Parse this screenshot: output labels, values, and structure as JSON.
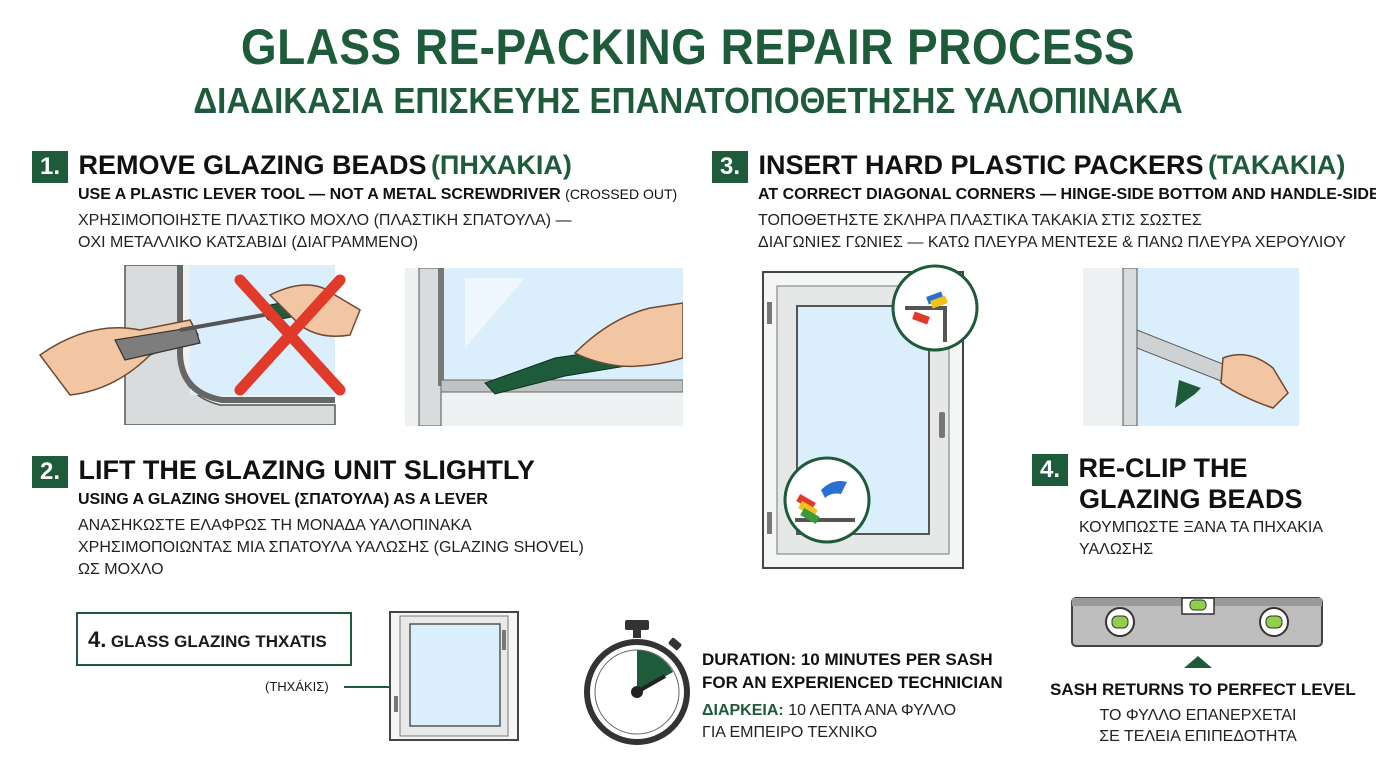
{
  "title": "GLASS RE-PACKING REPAIR PROCESS",
  "subtitle": "ΔΙΑΔΙΚΑΣΙΑ ΕΠΙΣΚΕΥΗΣ ΕΠΑΝΑΤΟΠΟΘΕΤΗΣΗΣ ΥΑΛΟΠΙΝΑΚΑ",
  "colors": {
    "brand": "#1e5b3a",
    "cross": "#e03a2b",
    "sky": "#dbeefb"
  },
  "step1": {
    "number": "1.",
    "heading": "REMOVE GLAZING BEADS",
    "heading_gr": "(ΠΗΧΑΚΙΑ)",
    "sub": "USE A PLASTIC LEVER TOOL — NOT A METAL SCREWDRIVER",
    "sub_note": "(CROSSED OUT)",
    "gr_line1": "ΧΡΗΣΙΜΟΠΟΙΗΣΤΕ ΠΛΑΣΤΙΚΟ ΜΟΧΛΟ (ΠΛΑΣΤΙΚΗ ΣΠΑΤΟΥΛΑ) —",
    "gr_line2": "ΟΧΙ ΜΕΤΑΛΛΙΚΟ ΚΑΤΣΑΒΙΔΙ (ΔΙΑΓΡΑΜΜΕΝΟ)"
  },
  "step2": {
    "number": "2.",
    "heading": "LIFT THE GLAZING UNIT SLIGHTLY",
    "sub": "USING A GLAZING SHOVEL (ΣΠΑΤΟΥΛΑ) AS A LEVER",
    "gr_line1": "ΑΝΑΣΗΚΩΣΤΕ ΕΛΑΦΡΩΣ ΤΗ ΜΟΝΑΔΑ ΥΑΛΟΠΙΝΑΚΑ",
    "gr_line2": "ΧΡΗΣΙΜΟΠΟΙΩΝΤΑΣ ΜΙΑ ΣΠΑΤΟΥΛΑ ΥΑΛΩΣΗΣ (GLAZING SHOVEL)",
    "gr_line3": "ΩΣ ΜΟΧΛΟ"
  },
  "callout": {
    "number": "4.",
    "label": "GLASS GLAZING THXATIS",
    "arrow_label": "(THXÁKIΣ)"
  },
  "step3": {
    "number": "3.",
    "heading": "INSERT HARD PLASTIC PACKERS",
    "heading_gr": "(ΤΑΚΑΚΙΑ)",
    "sub": "AT CORRECT DIAGONAL CORNERS — HINGE-SIDE BOTTOM AND HANDLE-SIDE TOP",
    "gr_line1": "ΤΟΠΟΘΕΤΗΣΤΕ ΣΚΛΗΡΑ ΠΛΑΣΤΙΚΑ ΤΑΚΑΚΙΑ ΣΤΙΣ ΣΩΣΤΕΣ",
    "gr_line2": "ΔΙΑΓΩΝΙΕΣ ΓΩΝΙΕΣ — ΚΑΤΩ ΠΛΕΥΡΑ ΜΕΝΤΕΣΕ & ΠΑΝΩ ΠΛΕΥΡΑ ΧΕΡΟΥΛΙΟΥ"
  },
  "step4": {
    "number": "4.",
    "heading_line1": "RE-CLIP THE",
    "heading_line2": "GLAZING BEADS",
    "gr_line1": "ΚΟΥΜΠΩΣΤΕ ΞΑΝΑ ΤΑ ΠΗΧΑΚΙΑ",
    "gr_line2": "ΥΑΛΩΣΗΣ"
  },
  "duration": {
    "line1": "DURATION: 10 MINUTES PER SASH",
    "line2": "FOR AN EXPERIENCED TECHNICIAN",
    "gr_label": "ΔΙΑΡΚΕΙΑ:",
    "gr_line1": "10 ΛΕΠΤΑ ΑΝΑ ΦΥΛΛΟ",
    "gr_line2": "ΓΙΑ ΕΜΠΕΙΡΟ ΤΕΧΝΙΚΟ"
  },
  "level": {
    "line1": "SASH RETURNS TO PERFECT LEVEL",
    "gr_line1": "ΤΟ ΦΥΛΛΟ ΕΠΑΝΕΡΧΕΤΑΙ",
    "gr_line2": "ΣΕ ΤΕΛΕΙΑ ΕΠΙΠΕΔΟΤΗΤΑ"
  }
}
